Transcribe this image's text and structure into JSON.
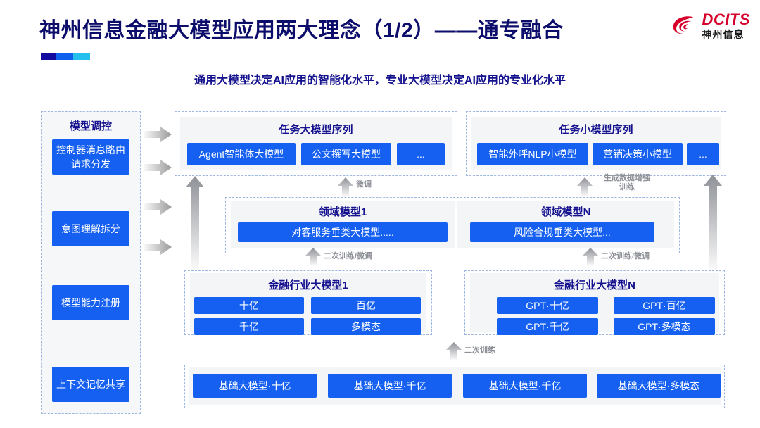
{
  "header": {
    "title": "神州信息金融大模型应用两大理念（1/2）——通专融合",
    "subtitle": "通用大模型决定AI应用的智能化水平，专业大模型决定AI应用的专业化水平",
    "logo_en": "DCITS",
    "logo_cn": "神州信息",
    "accent_colors": [
      "#130a9e",
      "#1060ee",
      "#23c0ee"
    ],
    "title_color": "#0d0d6b",
    "logo_color": "#d6002a"
  },
  "control_column": {
    "title": "模型调控",
    "items": [
      {
        "label": "控制器消息路由请求分发"
      },
      {
        "label": "意图理解拆分"
      },
      {
        "label": "模型能力注册"
      },
      {
        "label": "上下文记忆共享"
      }
    ]
  },
  "task_rows": [
    {
      "title": "任务大模型序列",
      "items": [
        "Agent智能体大模型",
        "公文撰写大模型",
        "..."
      ]
    },
    {
      "title": "任务小模型序列",
      "items": [
        "智能外呼NLP小模型",
        "营销决策小模型",
        "..."
      ]
    }
  ],
  "domain_models": [
    {
      "title": "领域模型1",
      "item": "对客服务垂类大模型....."
    },
    {
      "title": "领域模型N",
      "item": "风险合规垂类大模型..."
    }
  ],
  "finance_models": [
    {
      "title": "金融行业大模型1",
      "items": [
        "十亿",
        "百亿",
        "千亿",
        "多模态"
      ]
    },
    {
      "title": "金融行业大模型N",
      "items": [
        "GPT·十亿",
        "GPT·百亿",
        "GPT·千亿",
        "GPT·多模态"
      ]
    }
  ],
  "base_models": [
    "基础大模型·十亿",
    "基础大模型·千亿",
    "基础大模型·千亿",
    "基础大模型·多模态"
  ],
  "arrow_labels": {
    "fine_tune": "微调",
    "data_augment": "生成数据增强\n训练",
    "retrain_finetune_left": "二次训练/微调",
    "retrain_finetune_right": "二次训练/微调",
    "retrain": "二次训练"
  },
  "colors": {
    "blue_fill": "#1560f0",
    "panel_bg": "#f4f5f7",
    "dash_border": "#9db6e0",
    "heading": "#16128f"
  }
}
